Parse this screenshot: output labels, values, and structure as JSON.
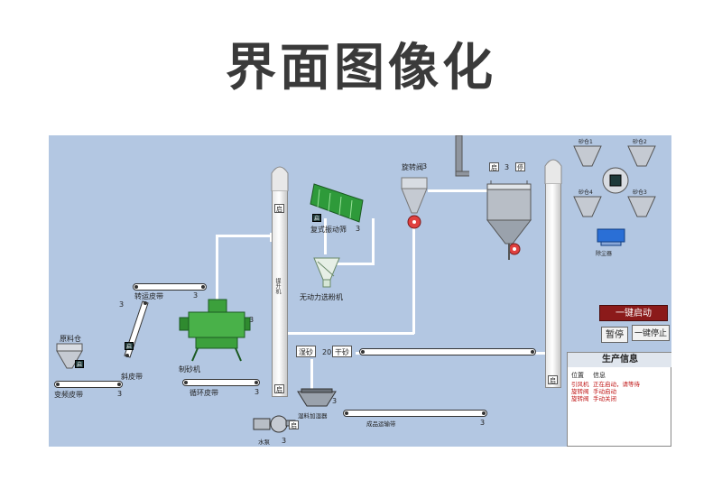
{
  "page_title": "界面图像化",
  "equipment": {
    "compound_screen": "复式振动筛",
    "powder_separator": "无动力选粉机",
    "transfer_belt": "转运皮带",
    "incline_belt": "斜皮带",
    "sand_maker": "制砂机",
    "raw_bin": "原料仓",
    "feed_belt": "变频皮带",
    "circulate_belt": "循环皮带",
    "elevator": "提升机",
    "wet_sand": "湿砂",
    "dry_sand": "干砂",
    "humidifier": "湿料加湿器",
    "finished_belt": "成品运输带",
    "water_pump": "水泵",
    "rotary_valve": "旋转阀",
    "dust_collector": "除尘器",
    "silo1": "砂仓1",
    "silo2": "砂仓2",
    "silo3": "砂仓3",
    "silo4": "砂仓4"
  },
  "indicators": {
    "start_char": "启",
    "stop_char": "停",
    "three": "3",
    "twenty": "20"
  },
  "controls": {
    "one_key_start": "一键启动",
    "pause": "暂停",
    "one_key_stop": "一键停止"
  },
  "production_info": {
    "title": "生产信息",
    "col_position": "位置",
    "col_info": "信息",
    "rows": [
      {
        "position": "引风机",
        "info": "正在启动，请等待"
      },
      {
        "position": "旋转阀",
        "info": "手动启动"
      },
      {
        "position": "旋转阀",
        "info": "手动关闭"
      }
    ]
  },
  "colors": {
    "background": "#b3c7e2",
    "title_text": "#3a3a3a",
    "start_button": "#8b1a1a",
    "sand_maker": "#3ca03c",
    "info_text": "#c01818"
  }
}
